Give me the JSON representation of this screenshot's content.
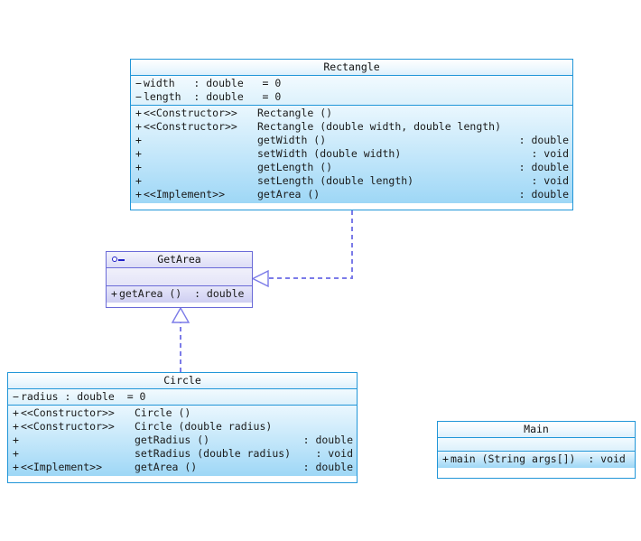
{
  "diagram": {
    "type": "uml-class-diagram",
    "background_color": "#ffffff",
    "class_border_color": "#2196d8",
    "class_fill_color": "#9ed7f6",
    "interface_border_color": "#6a6ad8",
    "interface_fill_color": "#cfcff2",
    "connector_color": "#7b7be8"
  },
  "classes": {
    "rectangle": {
      "name": "Rectangle",
      "attributes": [
        {
          "visibility": "−",
          "text": "width   : double   = 0"
        },
        {
          "visibility": "−",
          "text": "length  : double   = 0"
        }
      ],
      "methods": [
        {
          "visibility": "+",
          "stereotype": "<<Constructor>>",
          "signature": "Rectangle ()",
          "return": ""
        },
        {
          "visibility": "+",
          "stereotype": "<<Constructor>>",
          "signature": "Rectangle (double width, double length)",
          "return": ""
        },
        {
          "visibility": "+",
          "stereotype": "",
          "signature": "getWidth ()",
          "return": ": double"
        },
        {
          "visibility": "+",
          "stereotype": "",
          "signature": "setWidth (double width)",
          "return": ": void"
        },
        {
          "visibility": "+",
          "stereotype": "",
          "signature": "getLength ()",
          "return": ": double"
        },
        {
          "visibility": "+",
          "stereotype": "",
          "signature": "setLength (double length)",
          "return": ": void"
        },
        {
          "visibility": "+",
          "stereotype": "<<Implement>>",
          "signature": "getArea ()",
          "return": ": double"
        }
      ]
    },
    "circle": {
      "name": "Circle",
      "attributes": [
        {
          "visibility": "−",
          "text": "radius : double  = 0"
        }
      ],
      "methods": [
        {
          "visibility": "+",
          "stereotype": "<<Constructor>>",
          "signature": "Circle ()",
          "return": ""
        },
        {
          "visibility": "+",
          "stereotype": "<<Constructor>>",
          "signature": "Circle (double radius)",
          "return": ""
        },
        {
          "visibility": "+",
          "stereotype": "",
          "signature": "getRadius ()",
          "return": ": double"
        },
        {
          "visibility": "+",
          "stereotype": "",
          "signature": "setRadius (double radius)",
          "return": ": void"
        },
        {
          "visibility": "+",
          "stereotype": "<<Implement>>",
          "signature": "getArea ()",
          "return": ": double"
        }
      ]
    },
    "main": {
      "name": "Main",
      "attributes": [],
      "methods": [
        {
          "visibility": "+",
          "stereotype": "",
          "signature": "main (String args[])  : void",
          "return": ""
        }
      ]
    }
  },
  "interfaces": {
    "getarea": {
      "name": "GetArea",
      "icon": "lollipop-icon",
      "attributes": [],
      "methods": [
        {
          "visibility": "+",
          "stereotype": "",
          "signature": "getArea ()  : double",
          "return": ""
        }
      ]
    }
  },
  "relationships": [
    {
      "name": "rectangle-realizes-getarea",
      "from": "Rectangle",
      "to": "GetArea",
      "kind": "realization",
      "style": "dashed-hollow-triangle"
    },
    {
      "name": "circle-realizes-getarea",
      "from": "Circle",
      "to": "GetArea",
      "kind": "realization",
      "style": "dashed-hollow-triangle"
    }
  ]
}
